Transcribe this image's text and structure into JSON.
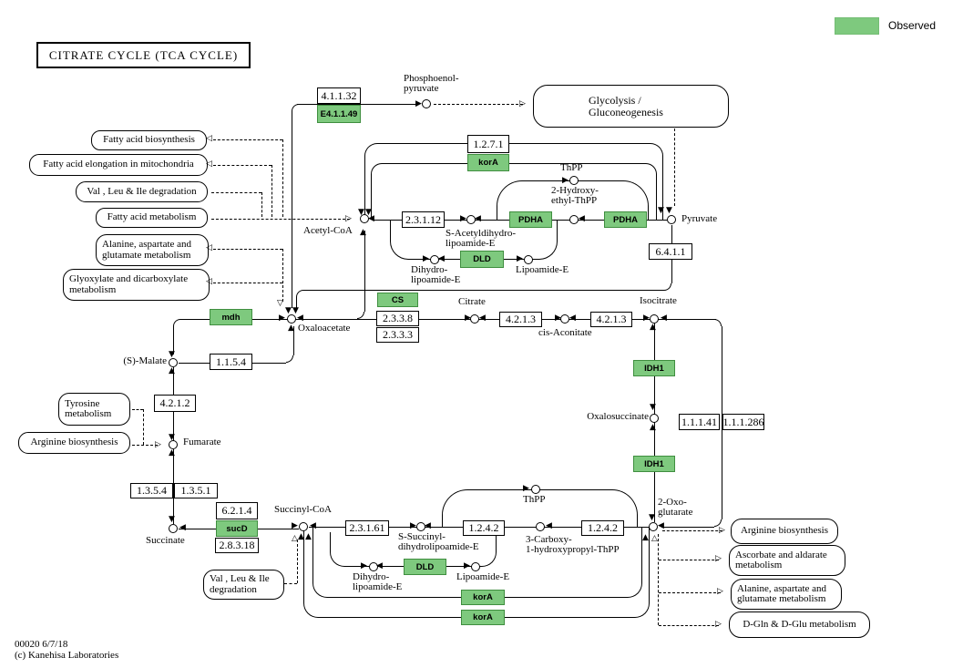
{
  "title": "CITRATE  CYCLE  (TCA CYCLE)",
  "legend": {
    "label": "Observed",
    "color": "#7ec97e"
  },
  "footer": {
    "map_id": "00020 6/7/18",
    "copyright": "(c) Kanehisa Laboratories"
  },
  "enzymes": {
    "ec_4_1_1_32": {
      "label": "4.1.1.32",
      "observed": false
    },
    "e_4_1_1_49": {
      "label": "E4.1.1.49",
      "observed": true
    },
    "ec_1_2_7_1": {
      "label": "1.2.7.1",
      "observed": false
    },
    "kora_top": {
      "label": "korA",
      "observed": true
    },
    "ec_2_3_1_12": {
      "label": "2.3.1.12",
      "observed": false
    },
    "pdha_left": {
      "label": "PDHA",
      "observed": true
    },
    "pdha_right": {
      "label": "PDHA",
      "observed": true
    },
    "dld_top": {
      "label": "DLD",
      "observed": true
    },
    "ec_6_4_1_1": {
      "label": "6.4.1.1",
      "observed": false
    },
    "cs": {
      "label": "CS",
      "observed": true
    },
    "ec_2_3_3_8": {
      "label": "2.3.3.8",
      "observed": false
    },
    "ec_2_3_3_3": {
      "label": "2.3.3.3",
      "observed": false
    },
    "mdh": {
      "label": "mdh",
      "observed": true
    },
    "ec_4_2_1_3_a": {
      "label": "4.2.1.3",
      "observed": false
    },
    "ec_4_2_1_3_b": {
      "label": "4.2.1.3",
      "observed": false
    },
    "idh1_top": {
      "label": "IDH1",
      "observed": true
    },
    "ec_1_1_1_41": {
      "label": "1.1.1.41",
      "observed": false
    },
    "ec_1_1_1_286": {
      "label": "1.1.1.286",
      "observed": false
    },
    "idh1_bottom": {
      "label": "IDH1",
      "observed": true
    },
    "ec_1_1_5_4": {
      "label": "1.1.5.4",
      "observed": false
    },
    "ec_4_2_1_2": {
      "label": "4.2.1.2",
      "observed": false
    },
    "ec_1_3_5_4": {
      "label": "1.3.5.4",
      "observed": false
    },
    "ec_1_3_5_1": {
      "label": "1.3.5.1",
      "observed": false
    },
    "ec_6_2_1_4": {
      "label": "6.2.1.4",
      "observed": false
    },
    "sucd": {
      "label": "sucD",
      "observed": true
    },
    "ec_2_8_3_18": {
      "label": "2.8.3.18",
      "observed": false
    },
    "ec_2_3_1_61": {
      "label": "2.3.1.61",
      "observed": false
    },
    "ec_1_2_4_2_a": {
      "label": "1.2.4.2",
      "observed": false
    },
    "ec_1_2_4_2_b": {
      "label": "1.2.4.2",
      "observed": false
    },
    "dld_bottom": {
      "label": "DLD",
      "observed": true
    },
    "kora_mid": {
      "label": "korA",
      "observed": true
    },
    "kora_bottom": {
      "label": "korA",
      "observed": true
    }
  },
  "metabolites": {
    "pep": {
      "lines": [
        "Phosphoenol-",
        "pyruvate"
      ]
    },
    "pyruvate": {
      "lines": [
        "Pyruvate"
      ]
    },
    "acetyl_coa": {
      "lines": [
        "Acetyl-CoA"
      ]
    },
    "thpp_top": {
      "lines": [
        "ThPP"
      ]
    },
    "hydroxyethyl_thpp": {
      "lines": [
        "2-Hydroxy-",
        "ethyl-ThPP"
      ]
    },
    "s_acetyl_dhl": {
      "lines": [
        "S-Acetyldihydro-",
        "lipoamide-E"
      ]
    },
    "dihydrolip_top": {
      "lines": [
        "Dihydro-",
        "lipoamide-E"
      ]
    },
    "lipoamide_top": {
      "lines": [
        "Lipoamide-E"
      ]
    },
    "oxaloacetate": {
      "lines": [
        "Oxaloacetate"
      ]
    },
    "citrate": {
      "lines": [
        "Citrate"
      ]
    },
    "cis_aconitate": {
      "lines": [
        "cis-Aconitate"
      ]
    },
    "isocitrate": {
      "lines": [
        "Isocitrate"
      ]
    },
    "oxalosuccinate": {
      "lines": [
        "Oxalosuccinate"
      ]
    },
    "oxoglutarate": {
      "lines": [
        "2-Oxo-",
        "glutarate"
      ]
    },
    "malate": {
      "lines": [
        "(S)-Malate"
      ]
    },
    "fumarate": {
      "lines": [
        "Fumarate"
      ]
    },
    "succinate": {
      "lines": [
        "Succinate"
      ]
    },
    "succinyl_coa": {
      "lines": [
        "Succinyl-CoA"
      ]
    },
    "s_succinyl_dhl": {
      "lines": [
        "S-Succinyl-",
        "dihydrolipoamide-E"
      ]
    },
    "carboxy_thpp": {
      "lines": [
        "3-Carboxy-",
        "1-hydroxypropyl-ThPP"
      ]
    },
    "thpp_bottom": {
      "lines": [
        "ThPP"
      ]
    },
    "dihydrolip_bot": {
      "lines": [
        "Dihydro-",
        "lipoamide-E"
      ]
    },
    "lipoamide_bot": {
      "lines": [
        "Lipoamide-E"
      ]
    }
  },
  "linked_pathways": {
    "glycolysis": {
      "lines": [
        "Glycolysis /",
        "Gluconeogenesis"
      ]
    },
    "fatty_acid_biosyn": {
      "lines": [
        "Fatty acid biosynthesis"
      ]
    },
    "fatty_acid_elong": {
      "lines": [
        "Fatty acid elongation in mitochondria"
      ]
    },
    "val_leu_ile_top": {
      "lines": [
        "Val , Leu & Ile degradation"
      ]
    },
    "fatty_acid_metab": {
      "lines": [
        "Fatty acid metabolism"
      ]
    },
    "ala_asp_glu_left": {
      "lines": [
        "Alanine, aspartate and",
        "glutamate metabolism"
      ]
    },
    "glyoxylate": {
      "lines": [
        "Glyoxylate and dicarboxylate",
        "metabolism"
      ]
    },
    "tyrosine_metab": {
      "lines": [
        "Tyrosine",
        "metabolism"
      ]
    },
    "arginine_left": {
      "lines": [
        "Arginine biosynthesis"
      ]
    },
    "val_leu_ile_bottom": {
      "lines": [
        "Val , Leu & Ile",
        "degradation"
      ]
    },
    "arginine_right": {
      "lines": [
        "Arginine biosynthesis"
      ]
    },
    "ascorbate_aldarate": {
      "lines": [
        "Ascorbate and aldarate",
        "metabolism"
      ]
    },
    "ala_asp_glu_right": {
      "lines": [
        "Alanine, aspartate and",
        "glutamate metabolism"
      ]
    },
    "d_gln_d_glu": {
      "lines": [
        "D-Gln & D-Glu metabolism"
      ]
    }
  }
}
